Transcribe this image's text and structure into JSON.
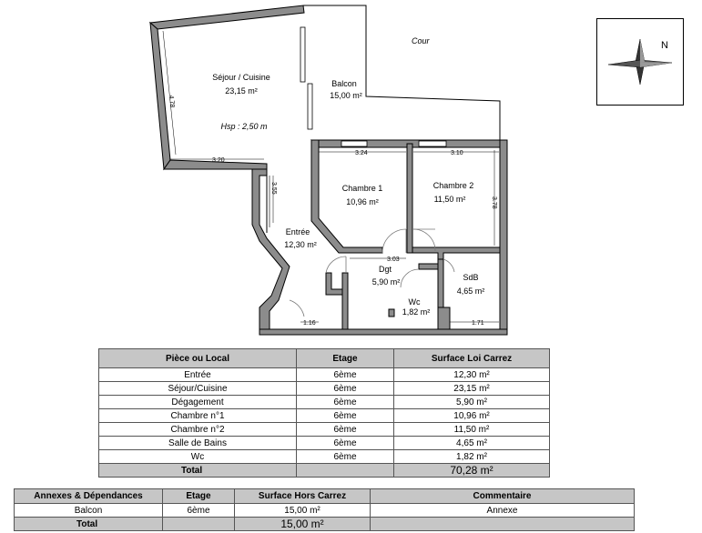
{
  "plan": {
    "court": "Cour",
    "rooms": [
      {
        "name": "Séjour / Cuisine",
        "area": "23,15 m²"
      },
      {
        "name": "Balcon",
        "area": "15,00 m²"
      },
      {
        "name": "Chambre 1",
        "area": "10,96 m²"
      },
      {
        "name": "Chambre 2",
        "area": "11,50 m²"
      },
      {
        "name": "Entrée",
        "area": "12,30 m²"
      },
      {
        "name": "Dgt",
        "area": "5,90 m²"
      },
      {
        "name": "SdB",
        "area": "4,65 m²"
      },
      {
        "name": "Wc",
        "area": "1,82 m²"
      }
    ],
    "height_note": "Hsp : 2,50 m",
    "dimensions": [
      "4.78",
      "3.20",
      "3.55",
      "3.24",
      "3.10",
      "3.78",
      "3.03",
      "1.16",
      "1.71"
    ]
  },
  "compass": {
    "north": "N"
  },
  "rooms_table": {
    "headers": [
      "Pièce ou Local",
      "Etage",
      "Surface Loi Carrez"
    ],
    "rows": [
      [
        "Entrée",
        "6ème",
        "12,30 m²"
      ],
      [
        "Séjour/Cuisine",
        "6ème",
        "23,15 m²"
      ],
      [
        "Dégagement",
        "6ème",
        "5,90 m²"
      ],
      [
        "Chambre n°1",
        "6ème",
        "10,96 m²"
      ],
      [
        "Chambre n°2",
        "6ème",
        "11,50 m²"
      ],
      [
        "Salle de Bains",
        "6ème",
        "4,65 m²"
      ],
      [
        "Wc",
        "6ème",
        "1,82 m²"
      ]
    ],
    "total_label": "Total",
    "total_value": "70,28 m²"
  },
  "annex_table": {
    "headers": [
      "Annexes & Dépendances",
      "Etage",
      "Surface Hors Carrez",
      "Commentaire"
    ],
    "rows": [
      [
        "Balcon",
        "6ème",
        "15,00 m²",
        "Annexe"
      ]
    ],
    "total_label": "Total",
    "total_value": "15,00 m²"
  }
}
